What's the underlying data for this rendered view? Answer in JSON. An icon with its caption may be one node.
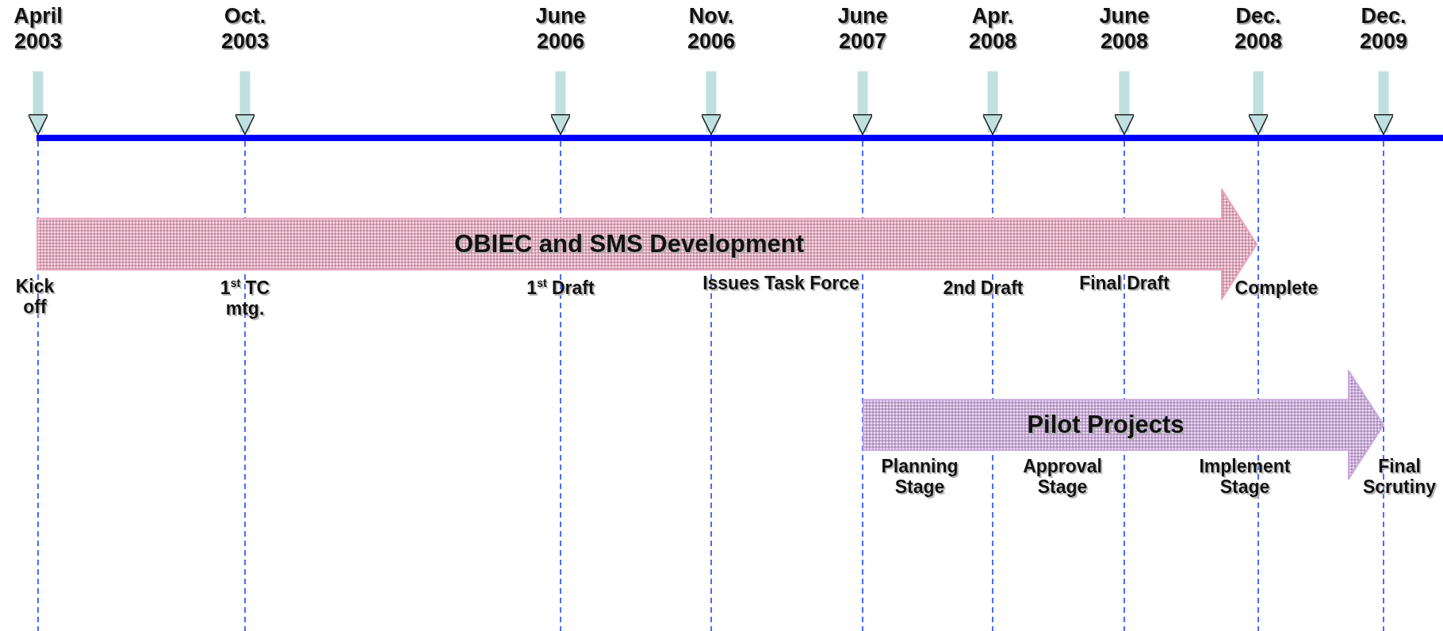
{
  "diagram": {
    "nodes": [
      {
        "text": [
          "April 2003"
        ]
      },
      {
        "text": [
          "Oct. 2003"
        ]
      },
      {
        "text": [
          "June 2006"
        ]
      },
      {
        "text": [
          "Nov. 2006"
        ]
      },
      {
        "text": [
          "June 2007"
        ]
      },
      {
        "text": [
          "Apr. 2008"
        ]
      },
      {
        "text": [
          "June 2008"
        ]
      },
      {
        "text": [
          "Dec. 2008"
        ]
      },
      {
        "text": [
          "Dec. 2009"
        ]
      },
      {
        "text": [],
        "shape": "bar"
      },
      {
        "text": [
          "OBIEC and SMS Development"
        ]
      },
      {
        "text": [
          "Pilot Projects"
        ]
      }
    ],
    "edges": [
      {
        "from": 0,
        "to": 9,
        "arrow": "to"
      },
      {
        "from": 1,
        "to": 9,
        "arrow": "to"
      },
      {
        "from": 2,
        "to": 9,
        "arrow": "to"
      },
      {
        "from": 3,
        "to": 9,
        "arrow": "to"
      },
      {
        "from": 4,
        "to": 9,
        "arrow": "to"
      },
      {
        "from": 5,
        "to": 9,
        "arrow": "to"
      },
      {
        "from": 6,
        "to": 9,
        "arrow": "to"
      },
      {
        "from": 7,
        "to": 9,
        "arrow": "to"
      },
      {
        "from": 8,
        "to": 9,
        "arrow": "to"
      }
    ],
    "labels": [
      "Kick off",
      "1$^{st}$ TC mtg.",
      "1$^{st}$ Draft",
      "Issues Task Force",
      "2nd Draft",
      "Final Draft",
      "Complete",
      "Planning Stage",
      "Approval Stage",
      "Implement Stage",
      "Final Scrutiny"
    ]
  }
}
